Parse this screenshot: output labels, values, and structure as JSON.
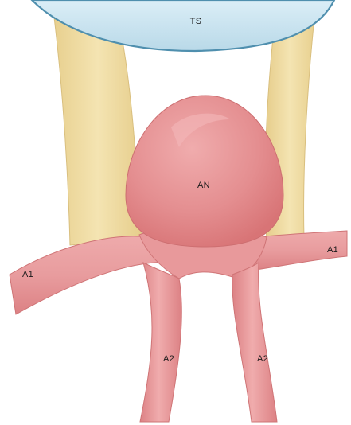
{
  "labels": {
    "ts": "TS",
    "an": "AN",
    "a1_left": "A1",
    "a1_right": "A1",
    "a2_left": "A2",
    "a2_right": "A2"
  },
  "colors": {
    "background": "#ffffff",
    "ts_fill": "#c7e2ef",
    "ts_stroke": "#4f8fae",
    "nerve_fill": "#efdca3",
    "nerve_edge": "#dcc382",
    "aneurysm_fill": "#e2888a",
    "aneurysm_highlight": "#efa9aa",
    "artery_fill": "#e79a9c",
    "artery_edge": "#cf7476"
  }
}
